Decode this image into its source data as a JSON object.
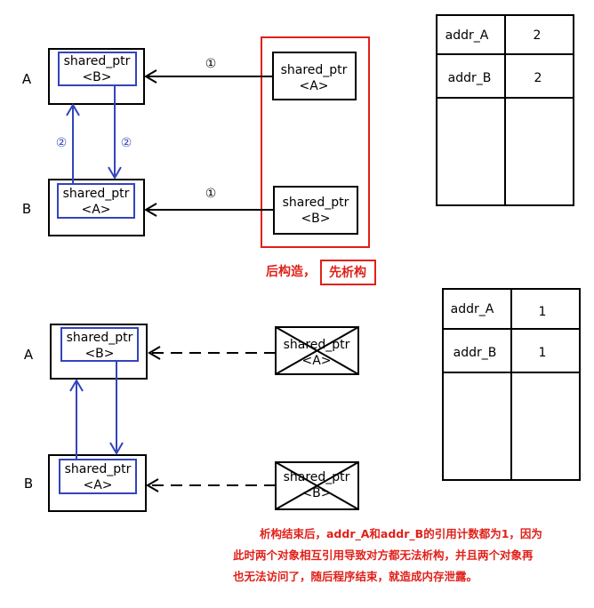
{
  "top": {
    "label_a": "A",
    "label_b": "B",
    "a_inner": [
      "shared_ptr",
      "<B>"
    ],
    "b_inner": [
      "shared_ptr",
      "<A>"
    ],
    "ext_a": [
      "shared_ptr",
      "<A>"
    ],
    "ext_b": [
      "shared_ptr",
      "<B>"
    ],
    "step1": "①",
    "step2": "②",
    "caption_prefix": "后构造，",
    "caption_boxed": "先析构",
    "table": [
      {
        "name": "addr_A",
        "count": "2"
      },
      {
        "name": "addr_B",
        "count": "2"
      }
    ]
  },
  "bottom": {
    "label_a": "A",
    "label_b": "B",
    "a_inner": [
      "shared_ptr",
      "<B>"
    ],
    "b_inner": [
      "shared_ptr",
      "<A>"
    ],
    "ext_a": [
      "shared_ptr",
      "<A>"
    ],
    "ext_b": [
      "shared_ptr",
      "<B>"
    ],
    "table": [
      {
        "name": "addr_A",
        "count": "1"
      },
      {
        "name": "addr_B",
        "count": "1"
      }
    ],
    "note_lines": [
      "析构结束后，addr_A和addr_B的引用计数都为1，因为",
      "此时两个对象相互引用导致对方都无法析构，并且两个对象再",
      "也无法访问了，随后程序结束，就造成内存泄露。"
    ]
  },
  "colors": {
    "black": "#000000",
    "blue": "#3344bb",
    "red": "#e0201a"
  }
}
